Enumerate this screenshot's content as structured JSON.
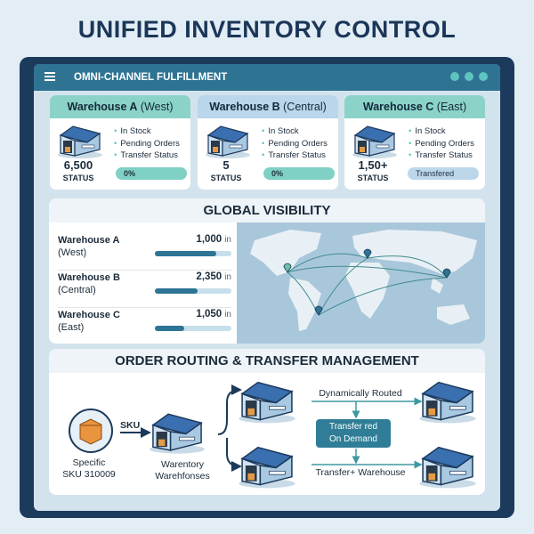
{
  "title": "UNIFIED INVENTORY CONTROL",
  "header": {
    "title": "OMNI-CHANNEL FULFILLMENT",
    "menu_icon": "hamburger-icon",
    "window_dots": [
      "#5ec4c0",
      "#5ec4c0",
      "#5ec4c0"
    ]
  },
  "cards": [
    {
      "name": "Warehouse A",
      "region": "(West)",
      "items": [
        "In Stock",
        "Pending Orders",
        "Transfer Status"
      ],
      "value": "6,500",
      "status_label": "STATUS",
      "pill": "0%"
    },
    {
      "name": "Warehouse B",
      "region": "(Central)",
      "items": [
        "In Stock",
        "Pending Orders",
        "Transfer Status"
      ],
      "value": "5",
      "status_label": "STATUS",
      "pill": "0%"
    },
    {
      "name": "Warehouse C",
      "region": "(East)",
      "items": [
        "In Stock",
        "Pending Orders",
        "Transfer Status"
      ],
      "value": "1,50+",
      "status_label": "STATUS",
      "pill": "Transfered"
    }
  ],
  "global": {
    "title": "GLOBAL VISIBILITY",
    "rows": [
      {
        "name": "Warehouse A",
        "region": "(West)",
        "value": "1,000",
        "unit": "in",
        "fill": 0.8
      },
      {
        "name": "Warehouse B",
        "region": "(Central)",
        "value": "2,350",
        "unit": "in",
        "fill": 0.56
      },
      {
        "name": "Warehouse C",
        "region": "(East)",
        "value": "1,050",
        "unit": "in",
        "fill": 0.38
      }
    ]
  },
  "routing": {
    "title": "ORDER ROUTING & TRANSFER MANAGEMENT",
    "sku_label": "SKU",
    "sku_caption_1": "Specific",
    "sku_caption_2": "SKU 310009",
    "hub_caption_1": "Warentory",
    "hub_caption_2": "Warehfonses",
    "top_route": "Dynamically Routed",
    "transfer_1": "Transfer red",
    "transfer_2": "On Demand",
    "bottom_route": "Transfer+ Warehouse"
  },
  "colors": {
    "navy": "#1c3a5b",
    "header": "#2f7393",
    "teal": "#5ec4c0",
    "map_water": "#a9c7db"
  }
}
